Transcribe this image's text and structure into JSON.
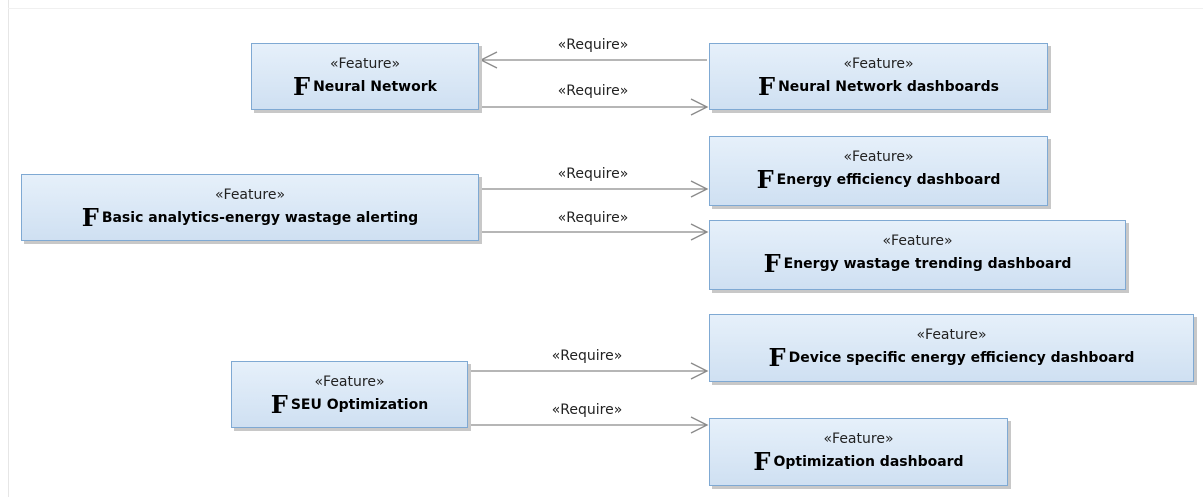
{
  "diagram": {
    "nodes": [
      {
        "id": "neural-network",
        "stereotype": "«Feature»",
        "icon": "F",
        "name": "Neural Network"
      },
      {
        "id": "neural-network-dashboards",
        "stereotype": "«Feature»",
        "icon": "F",
        "name": "Neural Network dashboards"
      },
      {
        "id": "basic-analytics",
        "stereotype": "«Feature»",
        "icon": "F",
        "name": "Basic analytics-energy wastage alerting"
      },
      {
        "id": "energy-efficiency-dashboard",
        "stereotype": "«Feature»",
        "icon": "F",
        "name": "Energy efficiency dashboard"
      },
      {
        "id": "energy-wastage-trending-dashboard",
        "stereotype": "«Feature»",
        "icon": "F",
        "name": "Energy wastage trending dashboard"
      },
      {
        "id": "seu-optimization",
        "stereotype": "«Feature»",
        "icon": "F",
        "name": "SEU Optimization"
      },
      {
        "id": "device-specific-dashboard",
        "stereotype": "«Feature»",
        "icon": "F",
        "name": "Device specific energy efficiency dashboard"
      },
      {
        "id": "optimization-dashboard",
        "stereotype": "«Feature»",
        "icon": "F",
        "name": "Optimization dashboard"
      }
    ],
    "edges": [
      {
        "from": "neural-network-dashboards",
        "to": "neural-network",
        "label": "«Require»"
      },
      {
        "from": "neural-network",
        "to": "neural-network-dashboards",
        "label": "«Require»"
      },
      {
        "from": "basic-analytics",
        "to": "energy-efficiency-dashboard",
        "label": "«Require»"
      },
      {
        "from": "basic-analytics",
        "to": "energy-wastage-trending-dashboard",
        "label": "«Require»"
      },
      {
        "from": "seu-optimization",
        "to": "device-specific-dashboard",
        "label": "«Require»"
      },
      {
        "from": "seu-optimization",
        "to": "optimization-dashboard",
        "label": "«Require»"
      }
    ]
  }
}
